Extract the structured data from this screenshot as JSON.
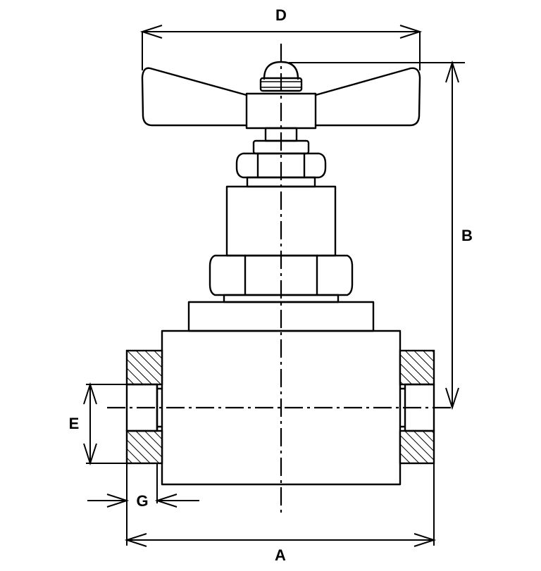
{
  "labels": {
    "a": "A",
    "b": "B",
    "d": "D",
    "e": "E",
    "g": "G"
  },
  "colors": {
    "line": "#000000",
    "background": "#ffffff"
  }
}
